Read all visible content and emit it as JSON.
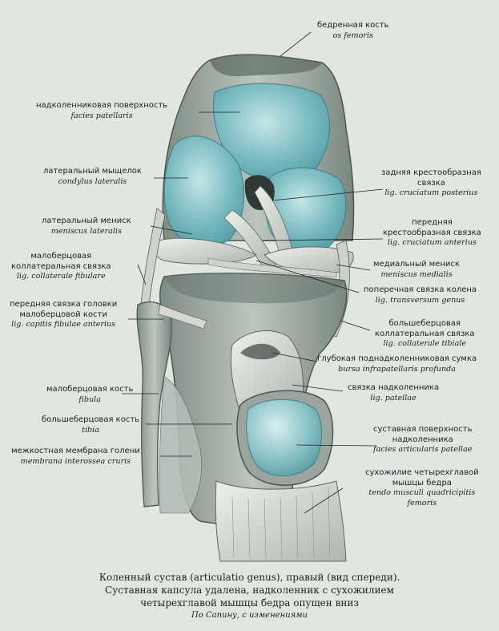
{
  "labels": {
    "femur": {
      "ru": "бедренная кость",
      "la": "os femoris"
    },
    "patellar_surface": {
      "ru": "надколенниковая поверхность",
      "la": "facies patellaris"
    },
    "lateral_condyle": {
      "ru": "латеральный мыщелок",
      "la": "condylus lateralis"
    },
    "posterior_cruciate": {
      "ru1": "задняя крестообразная",
      "ru2": "связка",
      "la": "lig. cruciatum posterius"
    },
    "anterior_cruciate": {
      "ru1": "передняя",
      "ru2": "крестообразная связка",
      "la": "lig. cruciatum anterius"
    },
    "lateral_meniscus": {
      "ru": "латеральный мениск",
      "la": "meniscus lateralis"
    },
    "medial_meniscus": {
      "ru": "медиальный мениск",
      "la": "meniscus medialis"
    },
    "fibular_collateral": {
      "ru1": "малоберцовая",
      "ru2": "коллатеральная связка",
      "la": "lig. collaterale fibulare"
    },
    "transverse_ligament": {
      "ru": "поперечная связка колена",
      "la": "lig. transversum genus"
    },
    "fibular_head_ligament": {
      "ru1": "передняя связка головки",
      "ru2": "малоберцовой кости",
      "la": "lig. capitis fibulae anterius"
    },
    "tibial_collateral": {
      "ru1": "большеберцовая",
      "ru2": "коллатеральная связка",
      "la": "lig. collaterale tibiale"
    },
    "deep_bursa": {
      "ru": "глубокая поднадколенниковая сумка",
      "la": "bursa infrapatellaris profunda"
    },
    "patellar_ligament": {
      "ru": "связка надколенника",
      "la": "lig. patellae"
    },
    "fibula": {
      "ru": "малоберцовая кость",
      "la": "fibula"
    },
    "tibia": {
      "ru": "большеберцовая кость",
      "la": "tibia"
    },
    "articular_surface_patella": {
      "ru1": "суставная поверхность",
      "ru2": "надколенника",
      "la": "facies articularis patellae"
    },
    "interosseous_membrane": {
      "ru": "межкостная мембрана голени",
      "la": "membrana interossea cruris"
    },
    "quadriceps_tendon": {
      "ru1": "сухожилие четырехглавой",
      "ru2": "мышцы бедра",
      "la1": "tendo musculi quadricipitis",
      "la2": "femoris"
    }
  },
  "caption": {
    "line1": "Коленный сустав (articulatio genus), правый (вид спереди).",
    "line2": "Суставная капсула удалена, надколенник с сухожилием",
    "line3": "четырехглавой мышцы бедра опущен вниз",
    "credit": "По Сапину, с изменениями"
  },
  "colors": {
    "bone": "#aeb9b1",
    "cartilage": "#6fb6bd",
    "cartilage_light": "#bfe1e2",
    "ligament": "#d9dcd6",
    "shadow": "#3f4843",
    "background": "#e2e6e0"
  }
}
